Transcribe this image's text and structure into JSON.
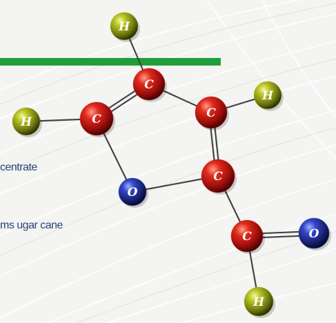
{
  "diagram": {
    "background_color": "#f4f4f2",
    "stroke_color": "#ffffff",
    "highlight_bar_color": "#1f9f3a",
    "bond_color": "#444444",
    "element_colors": {
      "C": "#c81414",
      "O": "#1e2f9a",
      "H": "#a8b418"
    },
    "atoms": [
      {
        "id": "h_top",
        "element": "H",
        "label": "H"
      },
      {
        "id": "c_top",
        "element": "C",
        "label": "C"
      },
      {
        "id": "h_left",
        "element": "H",
        "label": "H"
      },
      {
        "id": "c_left",
        "element": "C",
        "label": "C"
      },
      {
        "id": "c_right",
        "element": "C",
        "label": "C"
      },
      {
        "id": "h_right",
        "element": "H",
        "label": "H"
      },
      {
        "id": "o_ring",
        "element": "O",
        "label": "O"
      },
      {
        "id": "c_ring_low",
        "element": "C",
        "label": "C"
      },
      {
        "id": "c_side",
        "element": "C",
        "label": "C"
      },
      {
        "id": "o_side",
        "element": "O",
        "label": "O"
      },
      {
        "id": "h_bottom",
        "element": "H",
        "label": "H"
      }
    ],
    "bonds": [
      {
        "from": "h_top",
        "to": "c_top",
        "order": 1
      },
      {
        "from": "c_top",
        "to": "c_left",
        "order": 2
      },
      {
        "from": "c_top",
        "to": "c_right",
        "order": 1
      },
      {
        "from": "h_left",
        "to": "c_left",
        "order": 1
      },
      {
        "from": "c_right",
        "to": "h_right",
        "order": 1
      },
      {
        "from": "c_left",
        "to": "o_ring",
        "order": 1
      },
      {
        "from": "o_ring",
        "to": "c_ring_low",
        "order": 1
      },
      {
        "from": "c_right",
        "to": "c_ring_low",
        "order": 2
      },
      {
        "from": "c_ring_low",
        "to": "c_side",
        "order": 1
      },
      {
        "from": "c_side",
        "to": "o_side",
        "order": 2
      },
      {
        "from": "c_side",
        "to": "h_bottom",
        "order": 1
      }
    ]
  },
  "captions": {
    "line1": "centrate",
    "line2": "ms ugar cane"
  }
}
